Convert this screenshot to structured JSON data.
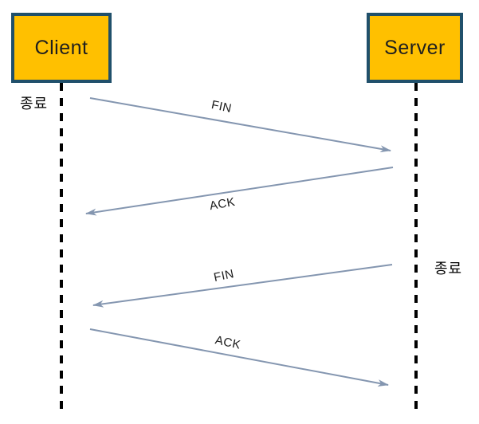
{
  "diagram": {
    "actors": [
      {
        "label": "Client"
      },
      {
        "label": "Server"
      }
    ],
    "messages": [
      {
        "label": "FIN",
        "from": "Client",
        "to": "Server"
      },
      {
        "label": "ACK",
        "from": "Server",
        "to": "Client"
      },
      {
        "label": "FIN",
        "from": "Server",
        "to": "Client"
      },
      {
        "label": "ACK",
        "from": "Client",
        "to": "Server"
      }
    ],
    "lifeline_labels": [
      {
        "text": "종료",
        "side": "client"
      },
      {
        "text": "종료",
        "side": "server"
      }
    ]
  },
  "colors": {
    "box_fill": "#FFC000",
    "box_border": "#20506B",
    "box_text": "#1F1F1F",
    "arrow": "#8496B0",
    "lifeline": "#000000",
    "label_text": "#1A1A1A",
    "background": "#FFFFFF"
  }
}
